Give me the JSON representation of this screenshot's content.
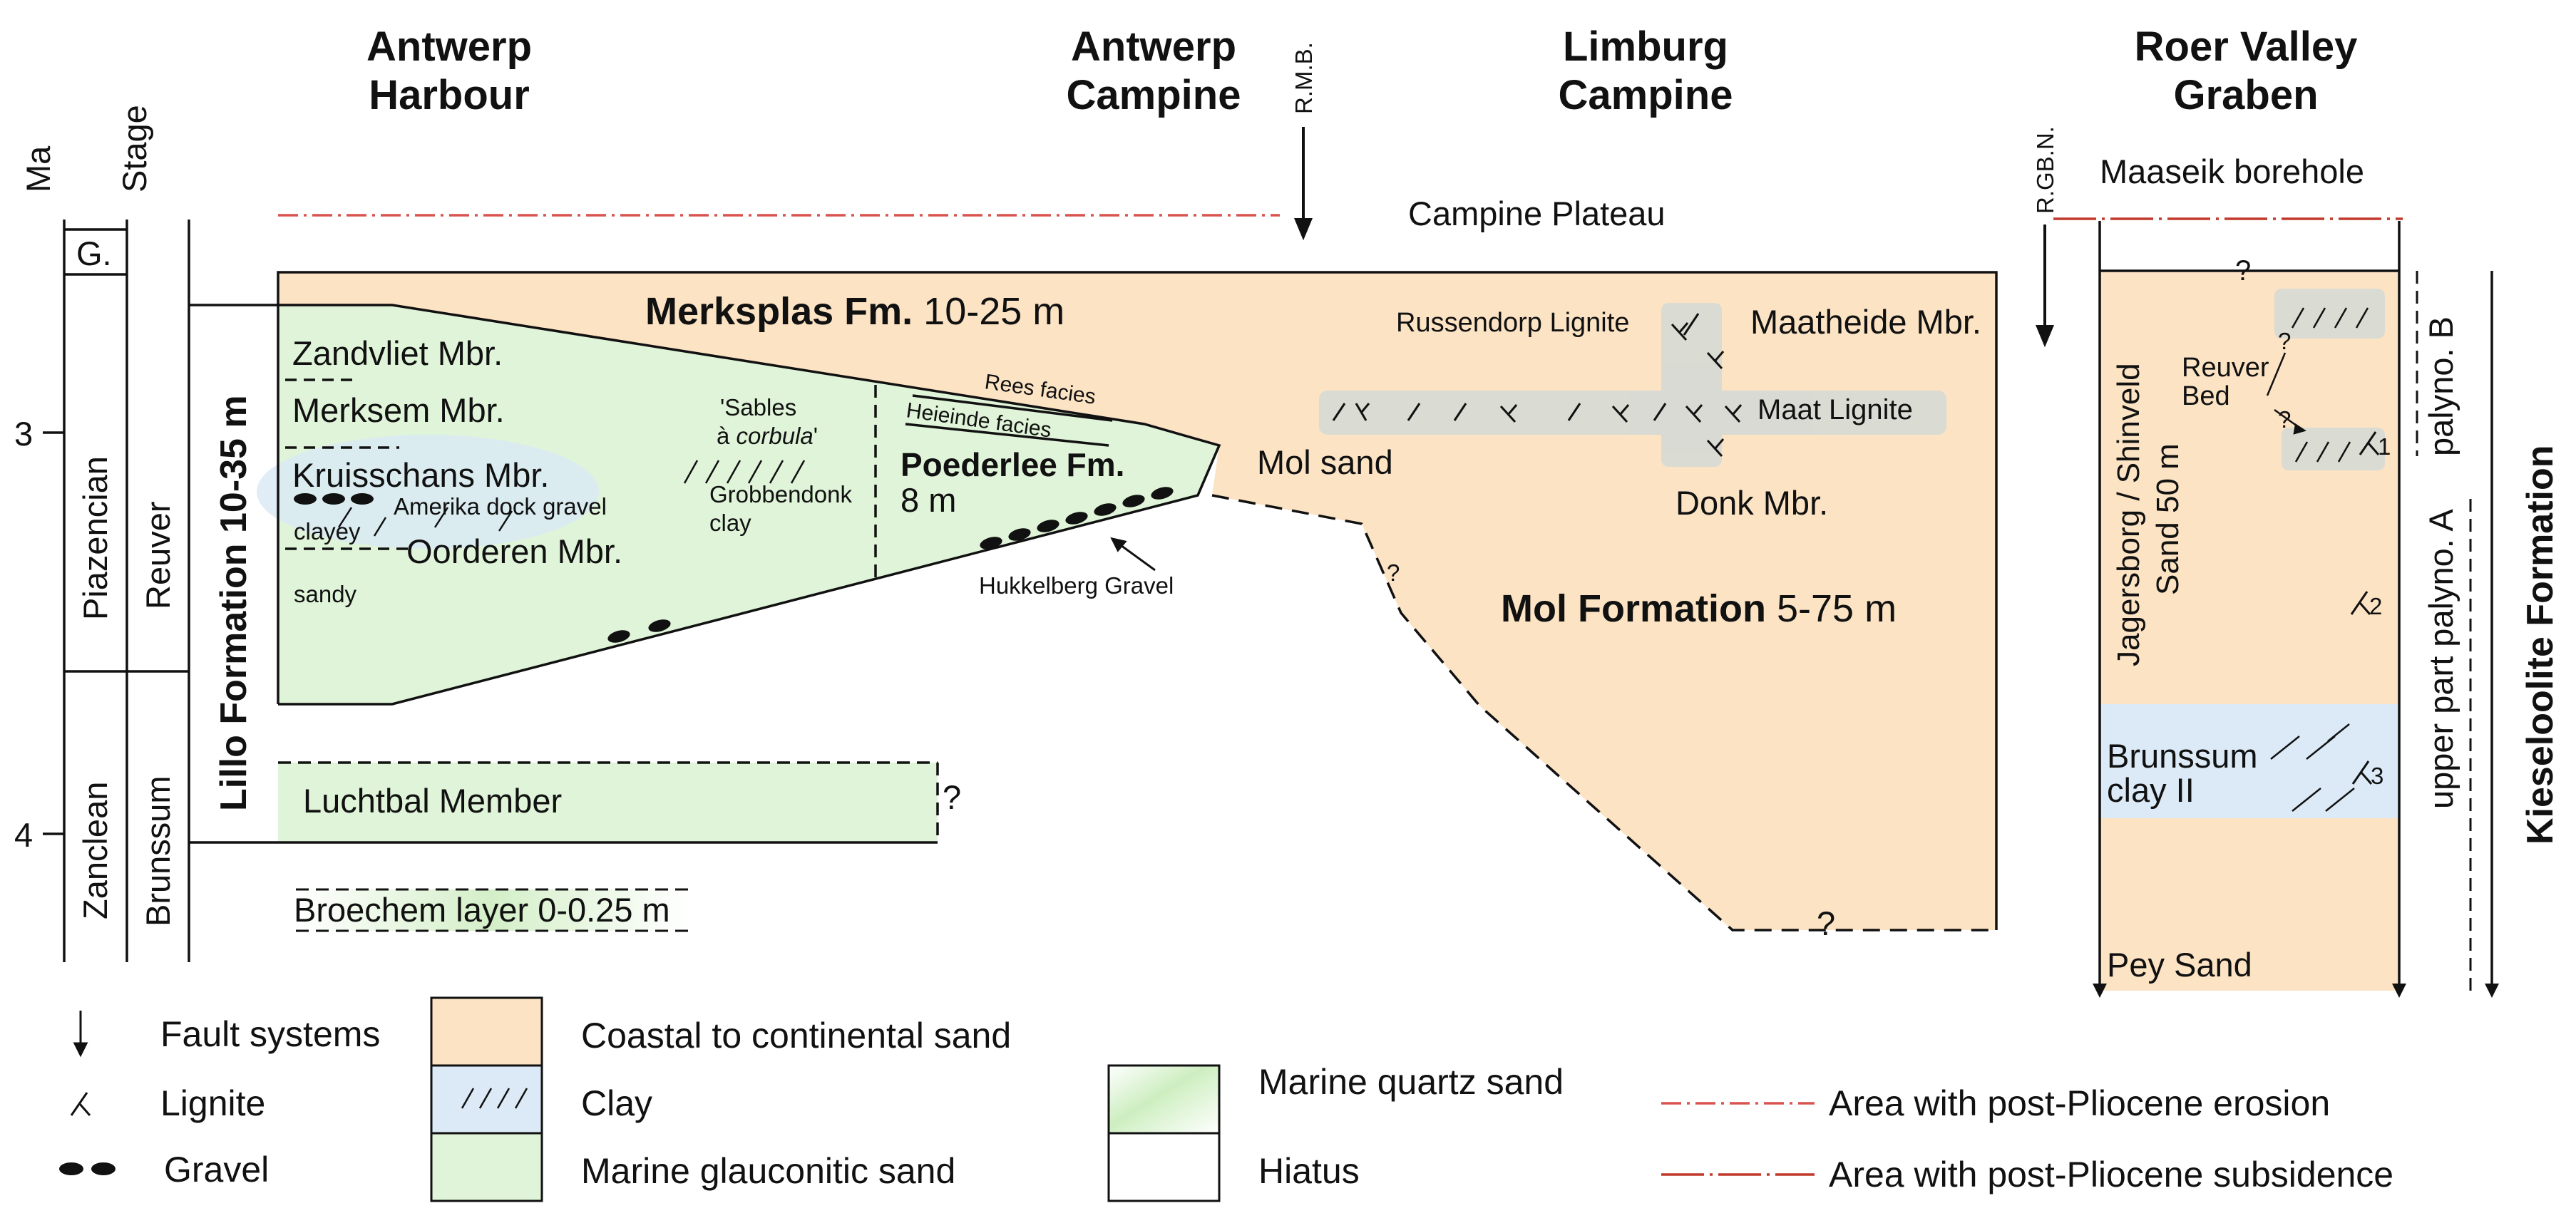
{
  "headers": {
    "ma": "Ma",
    "stage": "Stage",
    "antwerp_harbour": [
      "Antwerp",
      "Harbour"
    ],
    "antwerp_campine": [
      "Antwerp",
      "Campine"
    ],
    "limburg_campine": [
      "Limburg",
      "Campine"
    ],
    "roer_valley": [
      "Roer Valley",
      "Graben"
    ]
  },
  "faults": {
    "rmb": "R.M.B.",
    "rgbn": "R.GB.N."
  },
  "ages": [
    "3",
    "4"
  ],
  "stages": {
    "g": "G.",
    "piazencian": "Piazencian",
    "zanclean": "Zanclean",
    "reuver": "Reuver",
    "brunssum": "Brunssum"
  },
  "surfaces": {
    "campine_plateau": "Campine Plateau",
    "maaseik_borehole": "Maaseik borehole"
  },
  "units": {
    "lillo_formation": "Lillo Formation 10-35 m",
    "merksplas_bold": "Merksplas Fm.",
    "merksplas_thickness": "10-25 m",
    "zandvliet": "Zandvliet Mbr.",
    "merksem": "Merksem Mbr.",
    "kruisschans": "Kruisschans Mbr.",
    "amerika": "Amerika dock gravel",
    "clayey": "clayey",
    "oorderen": "Oorderen Mbr.",
    "sandy": "sandy",
    "sables_1": "'Sables",
    "sables_2a": "à ",
    "sables_2b": "corbula",
    "sables_2c": "'",
    "grobbendonk_1": "Grobbendonk",
    "grobbendonk_2": "clay",
    "rees": "Rees facies",
    "heieinde": "Heieinde facies",
    "poederlee_1": "Poederlee Fm.",
    "poederlee_2": "8 m",
    "hukkelberg": "Hukkelberg Gravel",
    "mol_sand": "Mol sand",
    "russendorp": "Russendorp Lignite",
    "maatheide": "Maatheide Mbr.",
    "maat_lignite": "Maat Lignite",
    "donk": "Donk Mbr.",
    "mol_formation_bold": "Mol Formation",
    "mol_formation_thickness": "5-75 m",
    "luchtbal": "Luchtbal Member",
    "broechem": "Broechem layer 0-0.25 m",
    "jagersborg_1": "Jagersborg / Shinveld",
    "jagersborg_2": "Sand 50 m",
    "reuver_bed_1": "Reuver",
    "reuver_bed_2": "Bed",
    "brunssum_clay_1": "Brunssum",
    "brunssum_clay_2": "clay II",
    "pey_sand": "Pey Sand",
    "palyno_b": "palyno. B",
    "palyno_a": "upper part palyno. A",
    "kieseloolite": "Kieseloolite Formation",
    "q": "?",
    "n1": "1",
    "n2": "2",
    "n3": "3"
  },
  "legend": {
    "fault": "Fault systems",
    "lignite": "Lignite",
    "gravel": "Gravel",
    "coastal": "Coastal to continental sand",
    "clay": "Clay",
    "glauconitic": "Marine glauconitic sand",
    "quartz": "Marine quartz sand",
    "hiatus": "Hiatus",
    "erosion": "Area with post-Pliocene erosion",
    "subsidence": "Area with post-Pliocene subsidence"
  },
  "colors": {
    "coastal_sand": "#fbe3c4",
    "clay": "#dbeaf6",
    "glauconitic_sand": "#dff4d8",
    "quartz_sand": "#d2efc6",
    "lignite_band": "#d4d9d6",
    "erosion_line": "#d9534f",
    "subsidence_line": "#c0392b"
  }
}
